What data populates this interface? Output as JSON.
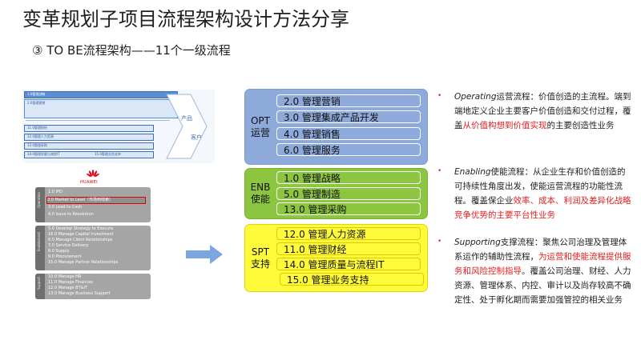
{
  "title": "变革规划子项目流程架构设计方法分享",
  "subtitle": "③ TO BE流程架构——11个一级流程",
  "thumbnail": {
    "rows": [
      "1.0管理战略",
      "2.0管理营销",
      "11.0管理财经",
      "12.0管理人力资源",
      "13.0管理采购",
      "14.0管理质量与流程IT",
      "15.0管理业务支持"
    ],
    "chevron_labels": [
      "产品",
      "客户"
    ]
  },
  "huawei": {
    "brand": "HUAWEI",
    "sections": [
      {
        "side": "Operation",
        "items": [
          "1.0 IPD",
          "2.0 Market to Lead（市场到线索）",
          "3.0 Lead to Cash",
          "4.0 Issue to Resolution"
        ],
        "highlight_index": 1
      },
      {
        "side": "Enablement",
        "items": [
          "5.0 Develop Strategy to Execute",
          "16.0 Manage Capital Investment",
          "6.0 Manage Client Relationships",
          "7.0 Service Delivery",
          "8.0 Supply",
          "9.0 Procurement",
          "15.0 Manage Partner Relationships"
        ]
      },
      {
        "side": "Support",
        "items": [
          "10.0 Manage HR",
          "11.0 Manage Finances",
          "12.0 Manage BT&IT",
          "13.0 Manage Business Support"
        ]
      }
    ]
  },
  "groups": [
    {
      "key": "opt",
      "label_line1": "OPT",
      "label_line2": "运营",
      "items": [
        "2.0 管理营销",
        "3.0 管理集成产品开发",
        "4.0 管理销售",
        "6.0 管理服务"
      ],
      "color": "#8eaadb"
    },
    {
      "key": "enb",
      "label_line1": "ENB",
      "label_line2": "使能",
      "items": [
        "1.0 管理战略",
        "5.0 管理制造",
        "13.0 管理采购"
      ],
      "color": "#8cc540"
    },
    {
      "key": "spt",
      "label_line1": "SPT",
      "label_line2": "支持",
      "items": [
        "12.0 管理人力资源",
        "11.0 管理财经",
        "14.0 管理质量与流程IT",
        "15.0 管理业务支持"
      ],
      "color": "#fffb3a"
    }
  ],
  "descriptions": {
    "operating": {
      "term": "Operating",
      "text_before": "运营流程：价值创造的主流程。端到端地定义企业主要客户价值创造和交付过程，覆盖",
      "highlight": "从价值构想到价值实现",
      "text_after": "的主要创造性业务"
    },
    "enabling": {
      "term": "Enabling",
      "text_before": "使能流程：从企业生存和价值创造的可持续性角度出发，使能运营流程的功能性流程。覆盖保企业",
      "highlight": "效率、成本、利润及差异化战略竞争优势的主要平台性业务",
      "text_after": ""
    },
    "supporting": {
      "term": "Supporting",
      "text_before": "支撑流程：聚焦公司治理及管理体系运作的辅助性流程，",
      "highlight": "为运营和使能流程提供服务和风险控制指导",
      "text_after": "。覆盖公司治理、财经、人力资源、管理体系、内控、审计以及尚存较高不确定性、处于孵化期而需要加强管控的相关业务"
    }
  },
  "colors": {
    "accent_red": "#e02020",
    "arrow": "#7aa7e0"
  }
}
